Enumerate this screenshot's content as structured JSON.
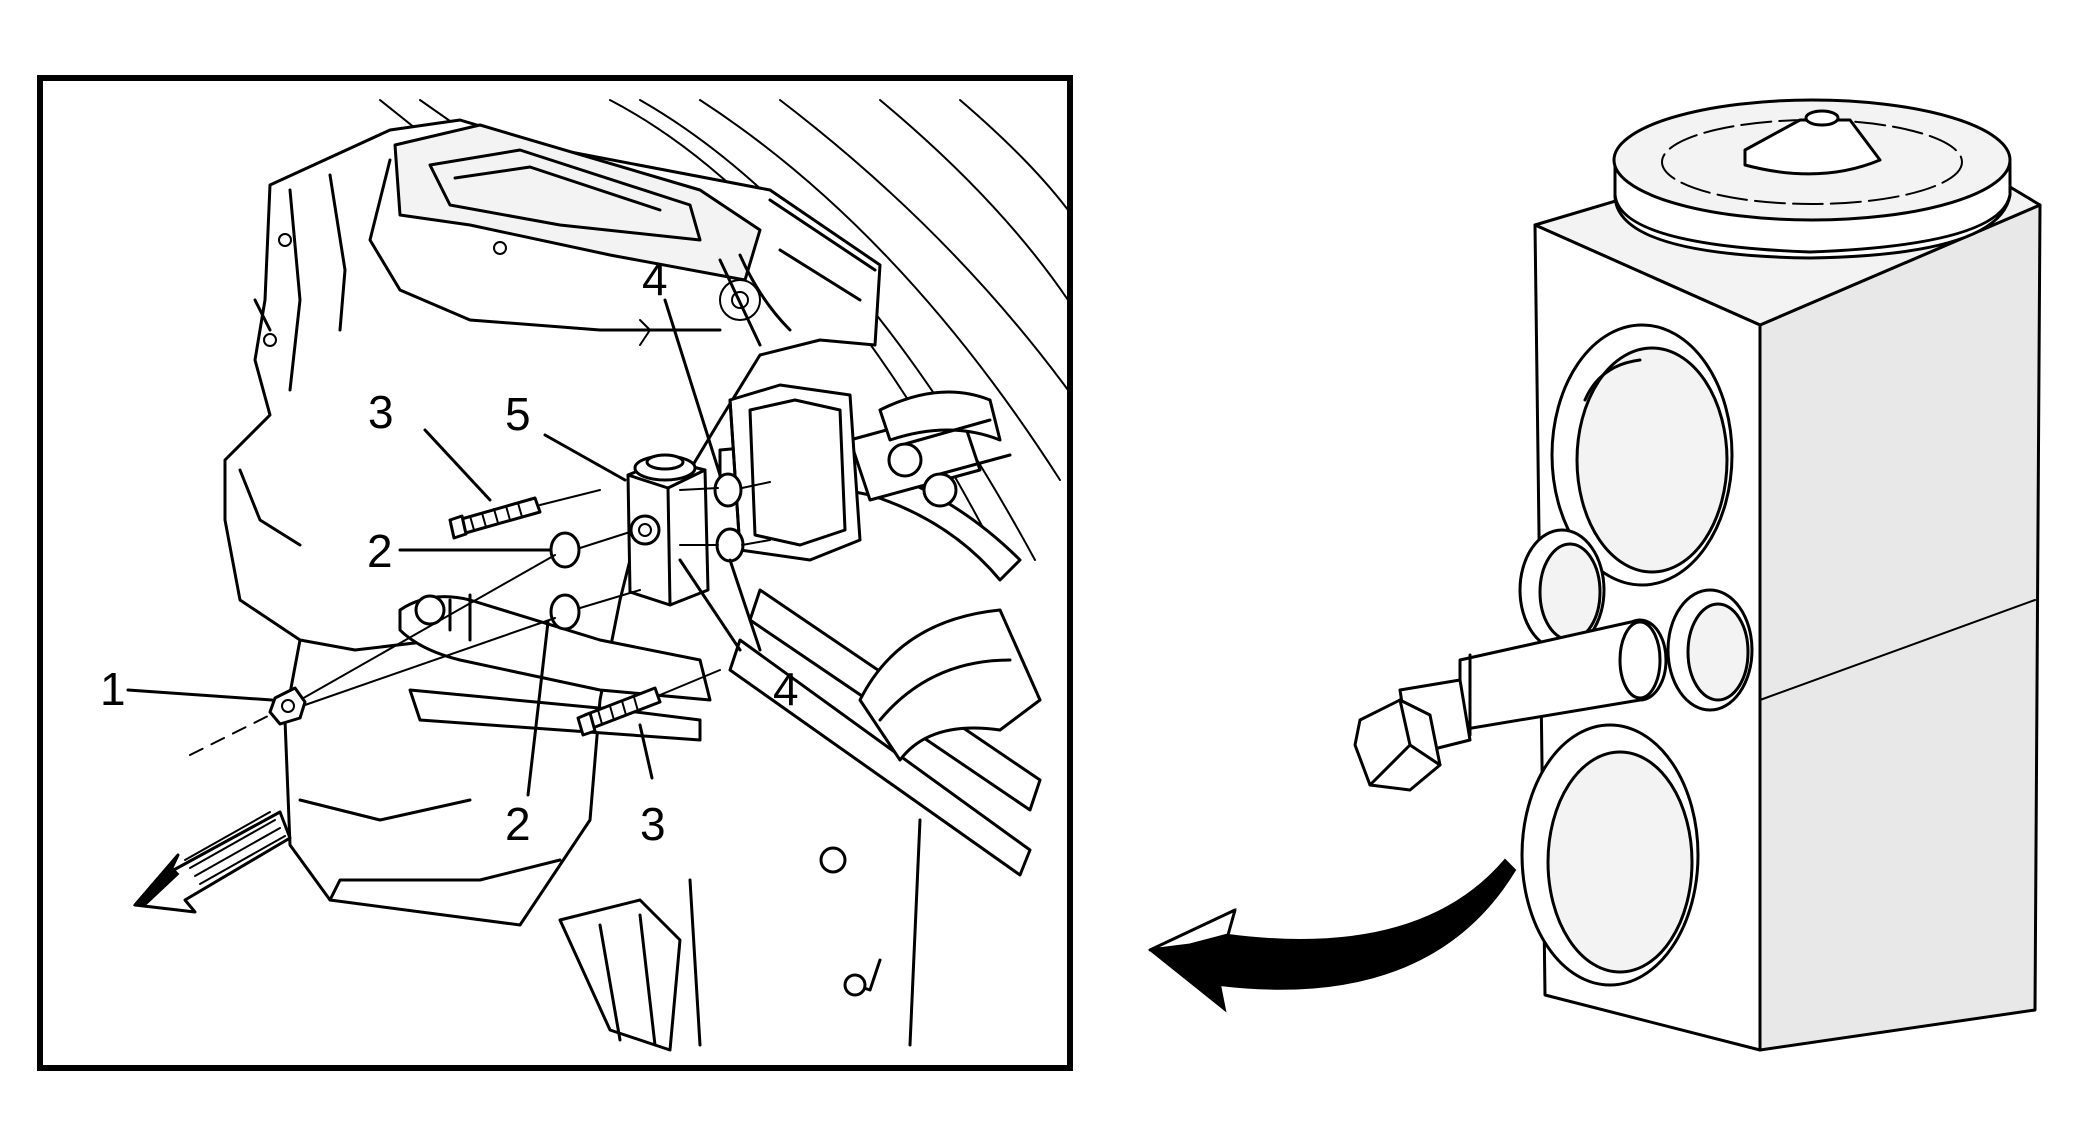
{
  "callouts": {
    "c1": "1",
    "c2a": "2",
    "c2b": "2",
    "c3a": "3",
    "c3b": "3",
    "c4a": "4",
    "c4b": "4",
    "c5": "5"
  },
  "colors": {
    "line": "#000000",
    "background": "#ffffff",
    "shade": "#f3f3f3"
  }
}
